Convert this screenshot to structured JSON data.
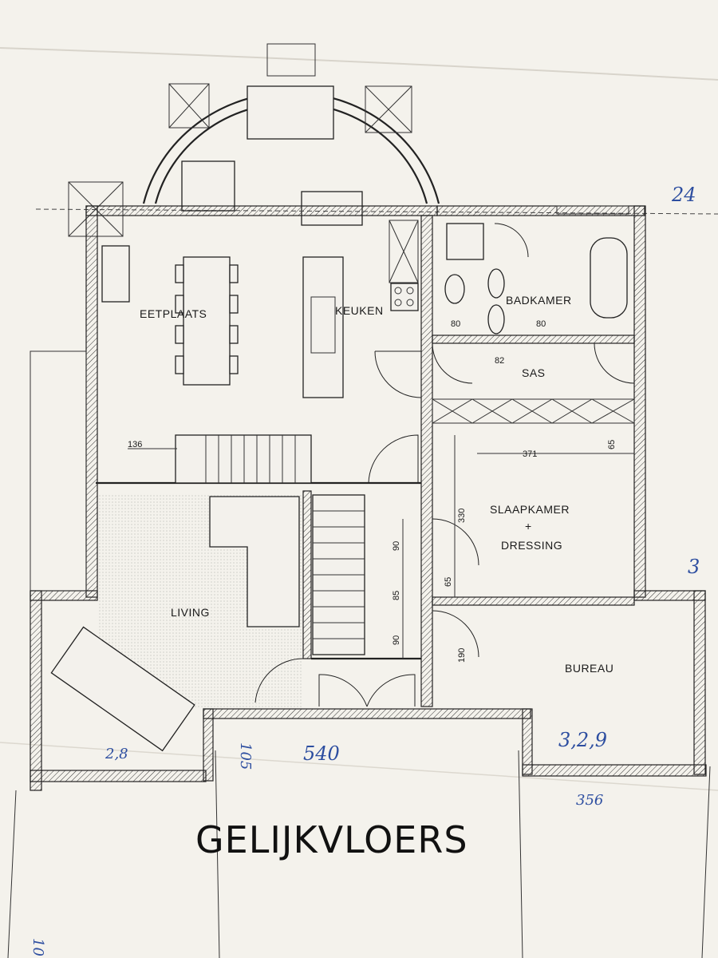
{
  "plan": {
    "title": "GELIJKVLOERS",
    "rooms": {
      "eetplaats": "EETPLAATS",
      "keuken": "KEUKEN",
      "badkamer": "BADKAMER",
      "sas": "SAS",
      "slaapkamer": "SLAAPKAMER",
      "slaapkamer_plus": "+",
      "dressing": "DRESSING",
      "living": "LIVING",
      "bureau": "BUREAU"
    },
    "dimensions": {
      "d136": "136",
      "d80a": "80",
      "d80b": "80",
      "d82": "82",
      "d371": "371",
      "d65a": "65",
      "d330": "330",
      "d65b": "65",
      "d190": "190",
      "d90a": "90",
      "d85": "85",
      "d90b": "90"
    },
    "handwritten": {
      "h540": "540",
      "h105": "105",
      "h28": "2,8",
      "h329": "3,2,9",
      "h356": "356",
      "h24": "24",
      "h3": "3",
      "h10": "10"
    }
  },
  "colors": {
    "paper": "#f4f2ec",
    "ink": "#1a1a1a",
    "pen": "#2d4ea0"
  }
}
